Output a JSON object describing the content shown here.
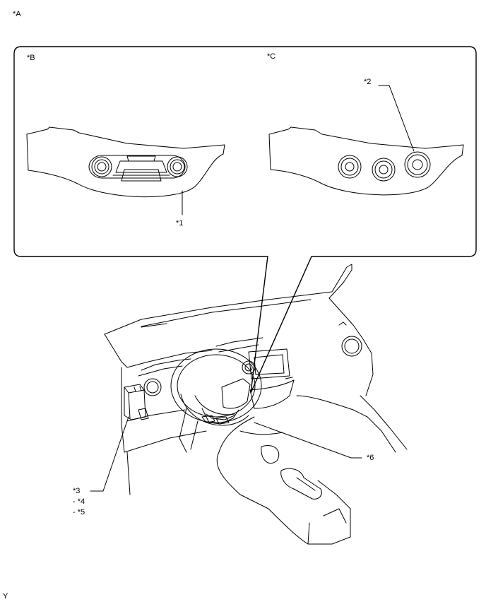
{
  "labels": {
    "a": "*A",
    "b": "*B",
    "c": "*C",
    "n1": "*1",
    "n2": "*2",
    "n3": "*3",
    "n4": "- *4",
    "n5": "- *5",
    "n6": "*6",
    "corner": "Y"
  }
}
